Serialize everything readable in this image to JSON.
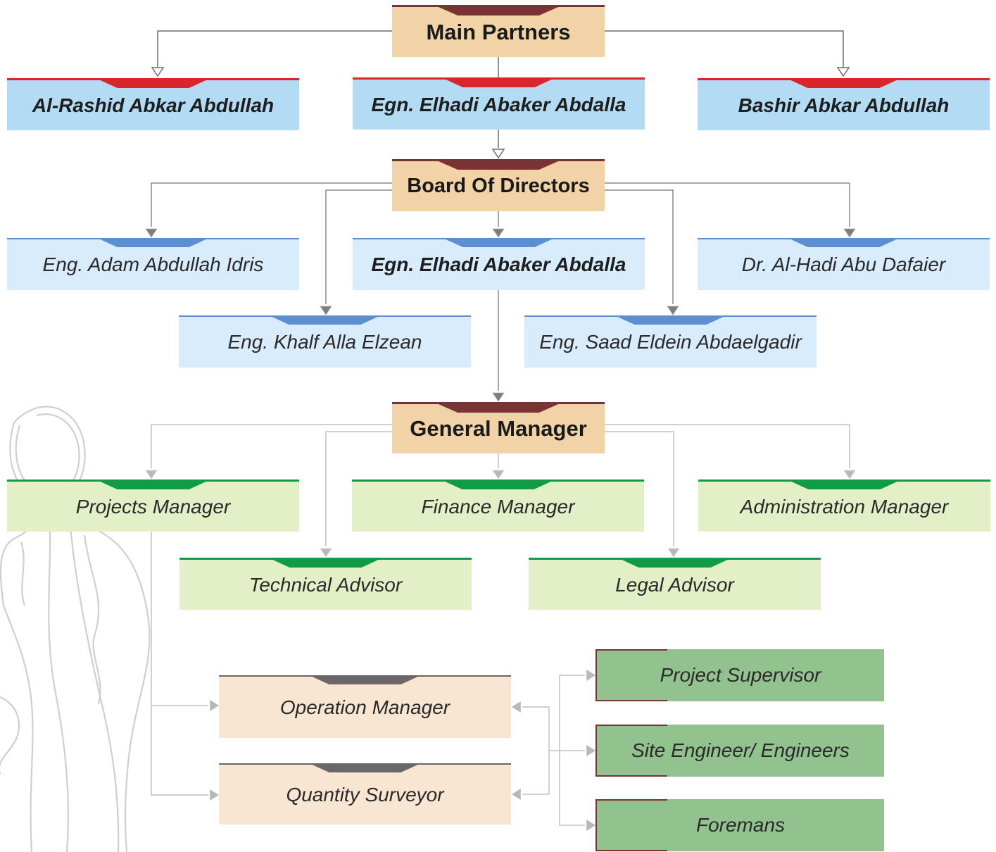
{
  "top": {
    "title": "Main Partners"
  },
  "partners": [
    "Al-Rashid Abkar Abdullah",
    "Egn. Elhadi Abaker Abdalla",
    "Bashir Abkar Abdullah"
  ],
  "board": {
    "title": "Board Of Directors",
    "members": [
      "Eng. Adam Abdullah Idris",
      "Egn. Elhadi Abaker Abdalla",
      "Dr. Al-Hadi Abu Dafaier",
      "Eng. Khalf Alla Elzean",
      "Eng. Saad Eldein Abdaelgadir"
    ]
  },
  "general": {
    "title": "General Manager",
    "reports": [
      "Projects Manager",
      "Finance Manager",
      "Administration Manager",
      "Technical Advisor",
      "Legal Advisor"
    ]
  },
  "operations": [
    "Operation Manager",
    "Quantity Surveyor"
  ],
  "site": [
    "Project Supervisor",
    "Site Engineer/ Engineers",
    "Foremans"
  ],
  "colors": {
    "header_fill": "#f2d3a7",
    "header_accent": "#7a3334",
    "partner_fill": "#b3dbf3",
    "partner_accent": "#d9262b",
    "director_fill": "#d9ecfb",
    "director_accent": "#5b8fcf",
    "manager_fill": "#e2efc7",
    "manager_accent": "#0f9b48",
    "ops_fill": "#f8e6d2",
    "ops_accent": "#6b6769",
    "site_fill": "#92c38f"
  }
}
